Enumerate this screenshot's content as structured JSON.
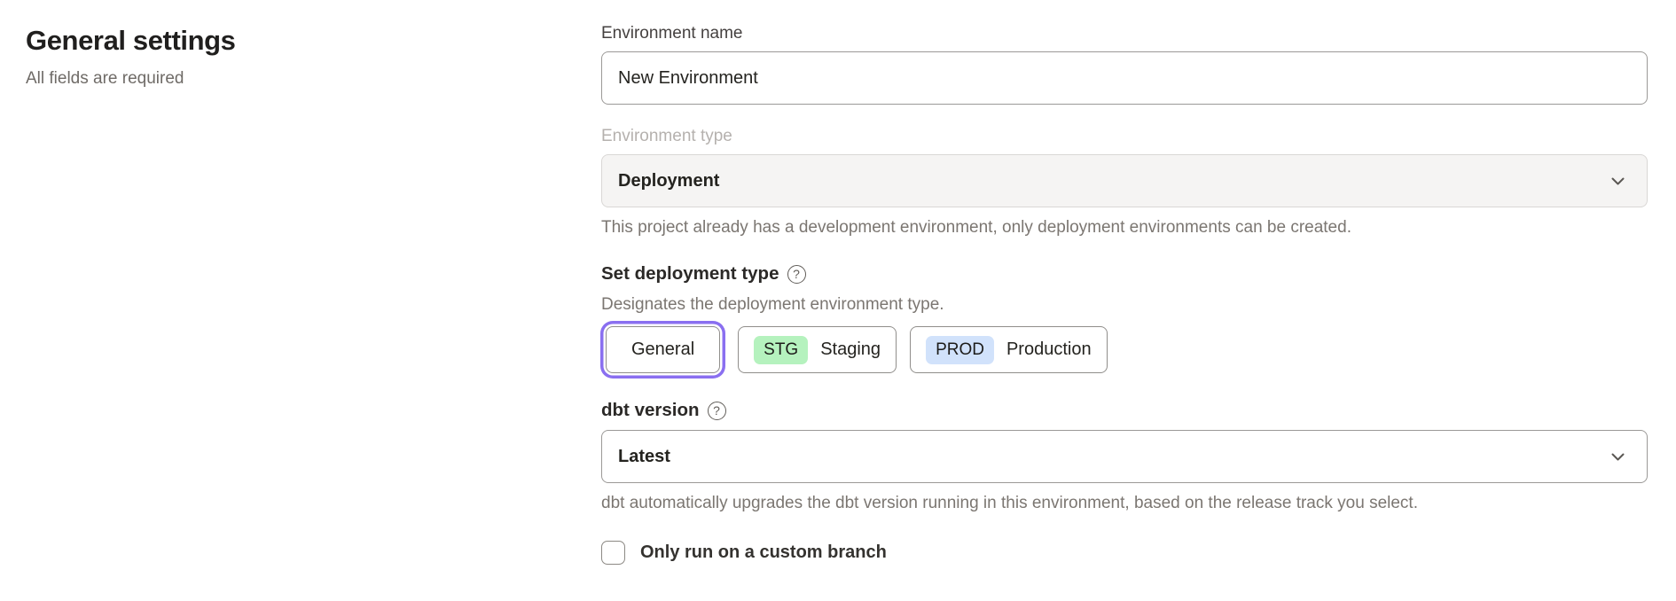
{
  "header": {
    "title": "General settings",
    "subtitle": "All fields are required"
  },
  "form": {
    "environment_name": {
      "label": "Environment name",
      "value": "New Environment"
    },
    "environment_type": {
      "label": "Environment type",
      "value": "Deployment",
      "disabled": true,
      "helper": "This project already has a development environment, only deployment environments can be created.",
      "chevron_icon": "chevron-down-icon"
    },
    "deployment_type": {
      "label": "Set deployment type",
      "help_icon": "question-circle-icon",
      "help_glyph": "?",
      "description": "Designates the deployment environment type.",
      "selected_ring_color": "#8a6ff0",
      "options": [
        {
          "label": "General",
          "selected": true
        },
        {
          "badge": "STG",
          "label": "Staging",
          "badge_color": "#b5f2be",
          "selected": false
        },
        {
          "badge": "PROD",
          "label": "Production",
          "badge_color": "#d1e2fb",
          "selected": false
        }
      ]
    },
    "dbt_version": {
      "label": "dbt version",
      "help_icon": "question-circle-icon",
      "help_glyph": "?",
      "value": "Latest",
      "helper": "dbt automatically upgrades the dbt version running in this environment, based on the release track you select.",
      "chevron_icon": "chevron-down-icon"
    },
    "custom_branch": {
      "label": "Only run on a custom branch",
      "checked": false
    }
  }
}
